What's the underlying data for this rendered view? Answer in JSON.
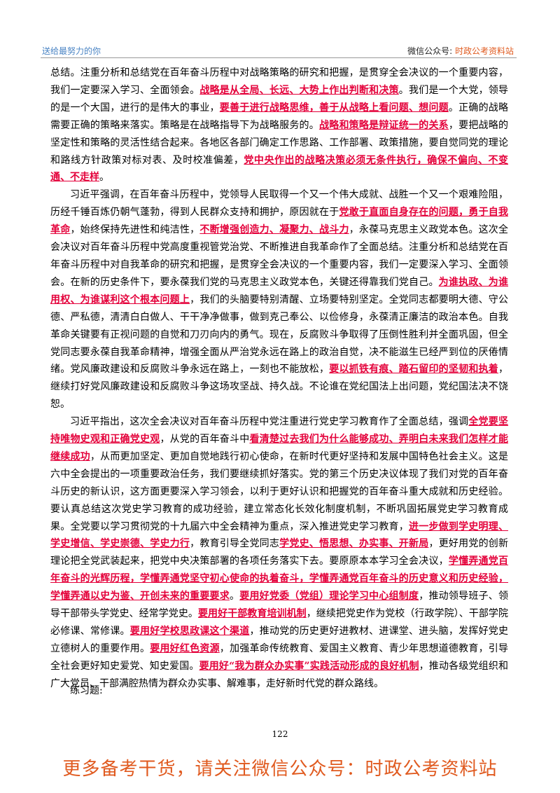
{
  "header": {
    "left": "送给最努力的你",
    "right_prefix": "微信公众号: ",
    "right_name": "时政公考资料站"
  },
  "paragraphs": [
    [
      {
        "t": "总结。注重分析和总结党在百年奋斗历程中对战略策略的研究和把握，是贯穿全会决议的一个重要内容，我们一定要深入学习、全面领会。"
      },
      {
        "t": "战略是从全局、长远、大势上作出判断和决策",
        "h": true
      },
      {
        "t": "。我们是一个大党，领导的是一个大国，进行的是伟大的事业，"
      },
      {
        "t": "要善于进行战略思维，善于从战略上看问题、想问题",
        "h": true
      },
      {
        "t": "。正确的战略需要正确的策略来落实。策略是在战略指导下为战略服务的。"
      },
      {
        "t": "战略和策略是辩证统一的关系",
        "h": true
      },
      {
        "t": "，要把战略的坚定性和策略的灵活性结合起来。各地区各部门确定工作思路、工作部署、政策措施，要自觉同党的理论和路线方针政策对标对表、及时校准偏差，"
      },
      {
        "t": "党中央作出的战略决策必须无条件执行，确保不偏向、不变通、不走样",
        "h": true
      },
      {
        "t": "。"
      }
    ],
    [
      {
        "t": "习近平强调，在百年奋斗历程中，党领导人民取得一个又一个伟大成就、战胜一个又一个艰难险阻，历经千锤百炼仍朝气蓬勃，得到人民群众支持和拥护，原因就在于"
      },
      {
        "t": "党敢于直面自身存在的问题，勇于自我革命",
        "h": true
      },
      {
        "t": "，始终保持先进性和纯洁性，"
      },
      {
        "t": "不断增强创造力、凝聚力、战斗力",
        "h": true
      },
      {
        "t": "，永葆马克思主义政党本色。这次全会决议对百年奋斗历程中党高度重视管党治党、不断推进自我革命作了全面总结。注重分析和总结党在百年奋斗历程中对自我革命的研究和把握，是贯穿全会决议的一个重要内容，我们一定要深入学习、全面领会。在新的历史条件下，要永葆我们党的马克思主义政党本色，关键还得靠我们党自己。"
      },
      {
        "t": "为谁执政、为谁用权、为谁谋利这个根本问题上",
        "h": true
      },
      {
        "t": "，我们的头脑要特别清醒、立场要特别坚定。全党同志都要明大德、守公德、严私德，清清白白做人、干干净净做事，做到克己奉公、以俭修身，永葆清正廉洁的政治本色。自我革命关键要有正视问题的自觉和刀刃向内的勇气。现在，反腐败斗争取得了压倒性胜利并全面巩固，但全党同志要永葆自我革命精神，增强全面从严治党永远在路上的政治自觉，决不能滋生已经严到位的厌倦情绪。党风廉政建设和反腐败斗争永远在路上，一刻也不能放松，"
      },
      {
        "t": "要以抓铁有痕、踏石留印的坚韧和执着",
        "h": true
      },
      {
        "t": "，继续打好党风廉政建设和反腐败斗争这场攻坚战、持久战。不论谁在党纪国法上出问题，党纪国法决不饶恕。"
      }
    ],
    [
      {
        "t": "习近平指出，这次全会决议对百年奋斗历程中党注重进行党史学习教育作了全面总结，强调"
      },
      {
        "t": "全党要坚持唯物史观和正确党史观",
        "h": true
      },
      {
        "t": "，从党的百年奋斗中"
      },
      {
        "t": "看清楚过去我们为什么能够成功、弄明白未来我们怎样才能继续成功",
        "h": true
      },
      {
        "t": "，从而更加坚定、更加自觉地践行初心使命，在新时代更好坚持和发展中国特色社会主义。这是六中全会提出的一项重要政治任务，我们要继续抓好落实。党的第三个历史决议体现了我们对党的百年奋斗历史的新认识，这方面更要深入学习领会，以利于更好认识和把握党的百年奋斗重大成就和历史经验。要认真总结这次党史学习教育的成功经验，建立常态化长效化制度机制，不断巩固拓展党史学习教育成果。全党要以学习贯彻党的十九届六中全会精神为重点，深入推进党史学习教育，"
      },
      {
        "t": "进一步做到学史明理、学史增信、学史崇德、学史力行",
        "h": true
      },
      {
        "t": "，教育引导全党同志"
      },
      {
        "t": "学党史、悟思想、办实事、开新局",
        "h": true
      },
      {
        "t": "，更好用党的创新理论把全党武装起来，把党中央决策部署的各项任务落实下去。要原原本本学习全会决议，"
      },
      {
        "t": "学懂弄通党百年奋斗的光辉历程，学懂弄通党坚守初心使命的执着奋斗，学懂弄通党百年奋斗的历史意义和历史经验，学懂弄通以史为鉴、开创未来的重要要求",
        "h": true
      },
      {
        "t": "。"
      },
      {
        "t": "要用好党委（党组）理论学习中心组制度",
        "h": true
      },
      {
        "t": "，推动领导班子、领导干部带头学党史、经常学党史。"
      },
      {
        "t": "要用好干部教育培训机制",
        "h": true
      },
      {
        "t": "，继续把党史作为党校（行政学院）、干部学院必修课、常修课。"
      },
      {
        "t": "要用好学校思政课这个渠道",
        "h": true
      },
      {
        "t": "，推动党的历史更好进教材、进课堂、进头脑，发挥好党史立德树人的重要作用。"
      },
      {
        "t": "要用好红色资源",
        "h": true
      },
      {
        "t": "，加强革命传统教育、爱国主义教育、青少年思想道德教育，引导全社会更好知史爱党、知史爱国。"
      },
      {
        "t": "要用好“我为群众办实事”实践活动形成的良好机制",
        "h": true
      },
      {
        "t": "，推动各级党组织和广大党员、干部满腔热情为群众办实事、解难事，走好新时代党的群众路线。"
      }
    ]
  ],
  "exercise_label": "练习题:",
  "page_number": "122",
  "footer": "更多备考干货，请关注微信公众号：时政公考资料站",
  "colors": {
    "highlight": "#e4003a",
    "footer": "#e05a1f",
    "header_left": "#4a84c4"
  }
}
